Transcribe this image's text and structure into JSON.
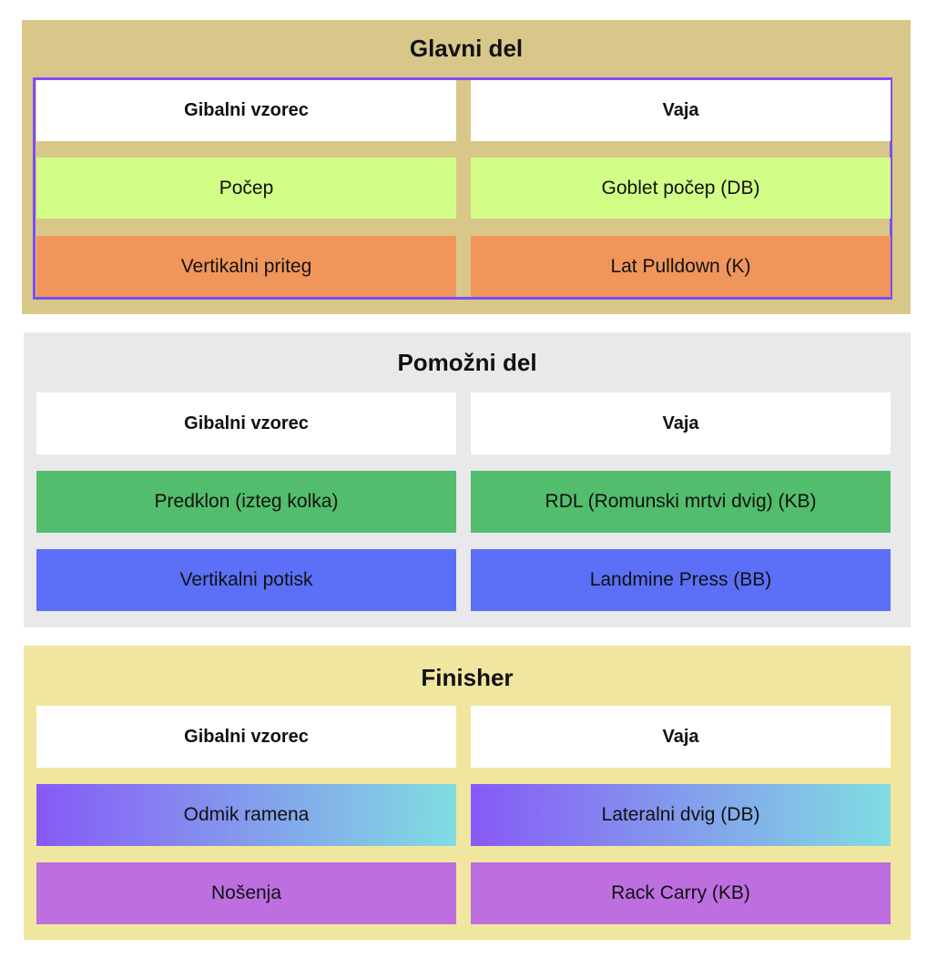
{
  "sections": [
    {
      "title": "Glavni del",
      "headers": [
        "Gibalni vzorec",
        "Vaja"
      ],
      "rows": [
        [
          "Počep",
          "Goblet počep (DB)"
        ],
        [
          "Vertikalni priteg",
          "Lat Pulldown (K)"
        ]
      ]
    },
    {
      "title": "Pomožni del",
      "headers": [
        "Gibalni vzorec",
        "Vaja"
      ],
      "rows": [
        [
          "Predklon (izteg kolka)",
          "RDL (Romunski mrtvi dvig) (KB)"
        ],
        [
          "Vertikalni potisk",
          "Landmine Press (BB)"
        ]
      ]
    },
    {
      "title": "Finisher",
      "headers": [
        "Gibalni vzorec",
        "Vaja"
      ],
      "rows": [
        [
          "Odmik ramena",
          "Lateralni dvig (DB)"
        ],
        [
          "Nošenja",
          "Rack Carry (KB)"
        ]
      ]
    }
  ],
  "colors": {
    "s1_bg": "#d9c78a",
    "s1_border": "#7c4dff",
    "row_lime": "#d2fd86",
    "row_orange": "#f0965a",
    "s2_bg": "#e9e9ec",
    "row_green": "#52bd6c",
    "row_blue": "#5b6ff7",
    "s3_bg": "#f0e6a0",
    "gradient_start": "#8759f7",
    "gradient_end": "#80dde2",
    "row_purple": "#bd6fe0"
  }
}
